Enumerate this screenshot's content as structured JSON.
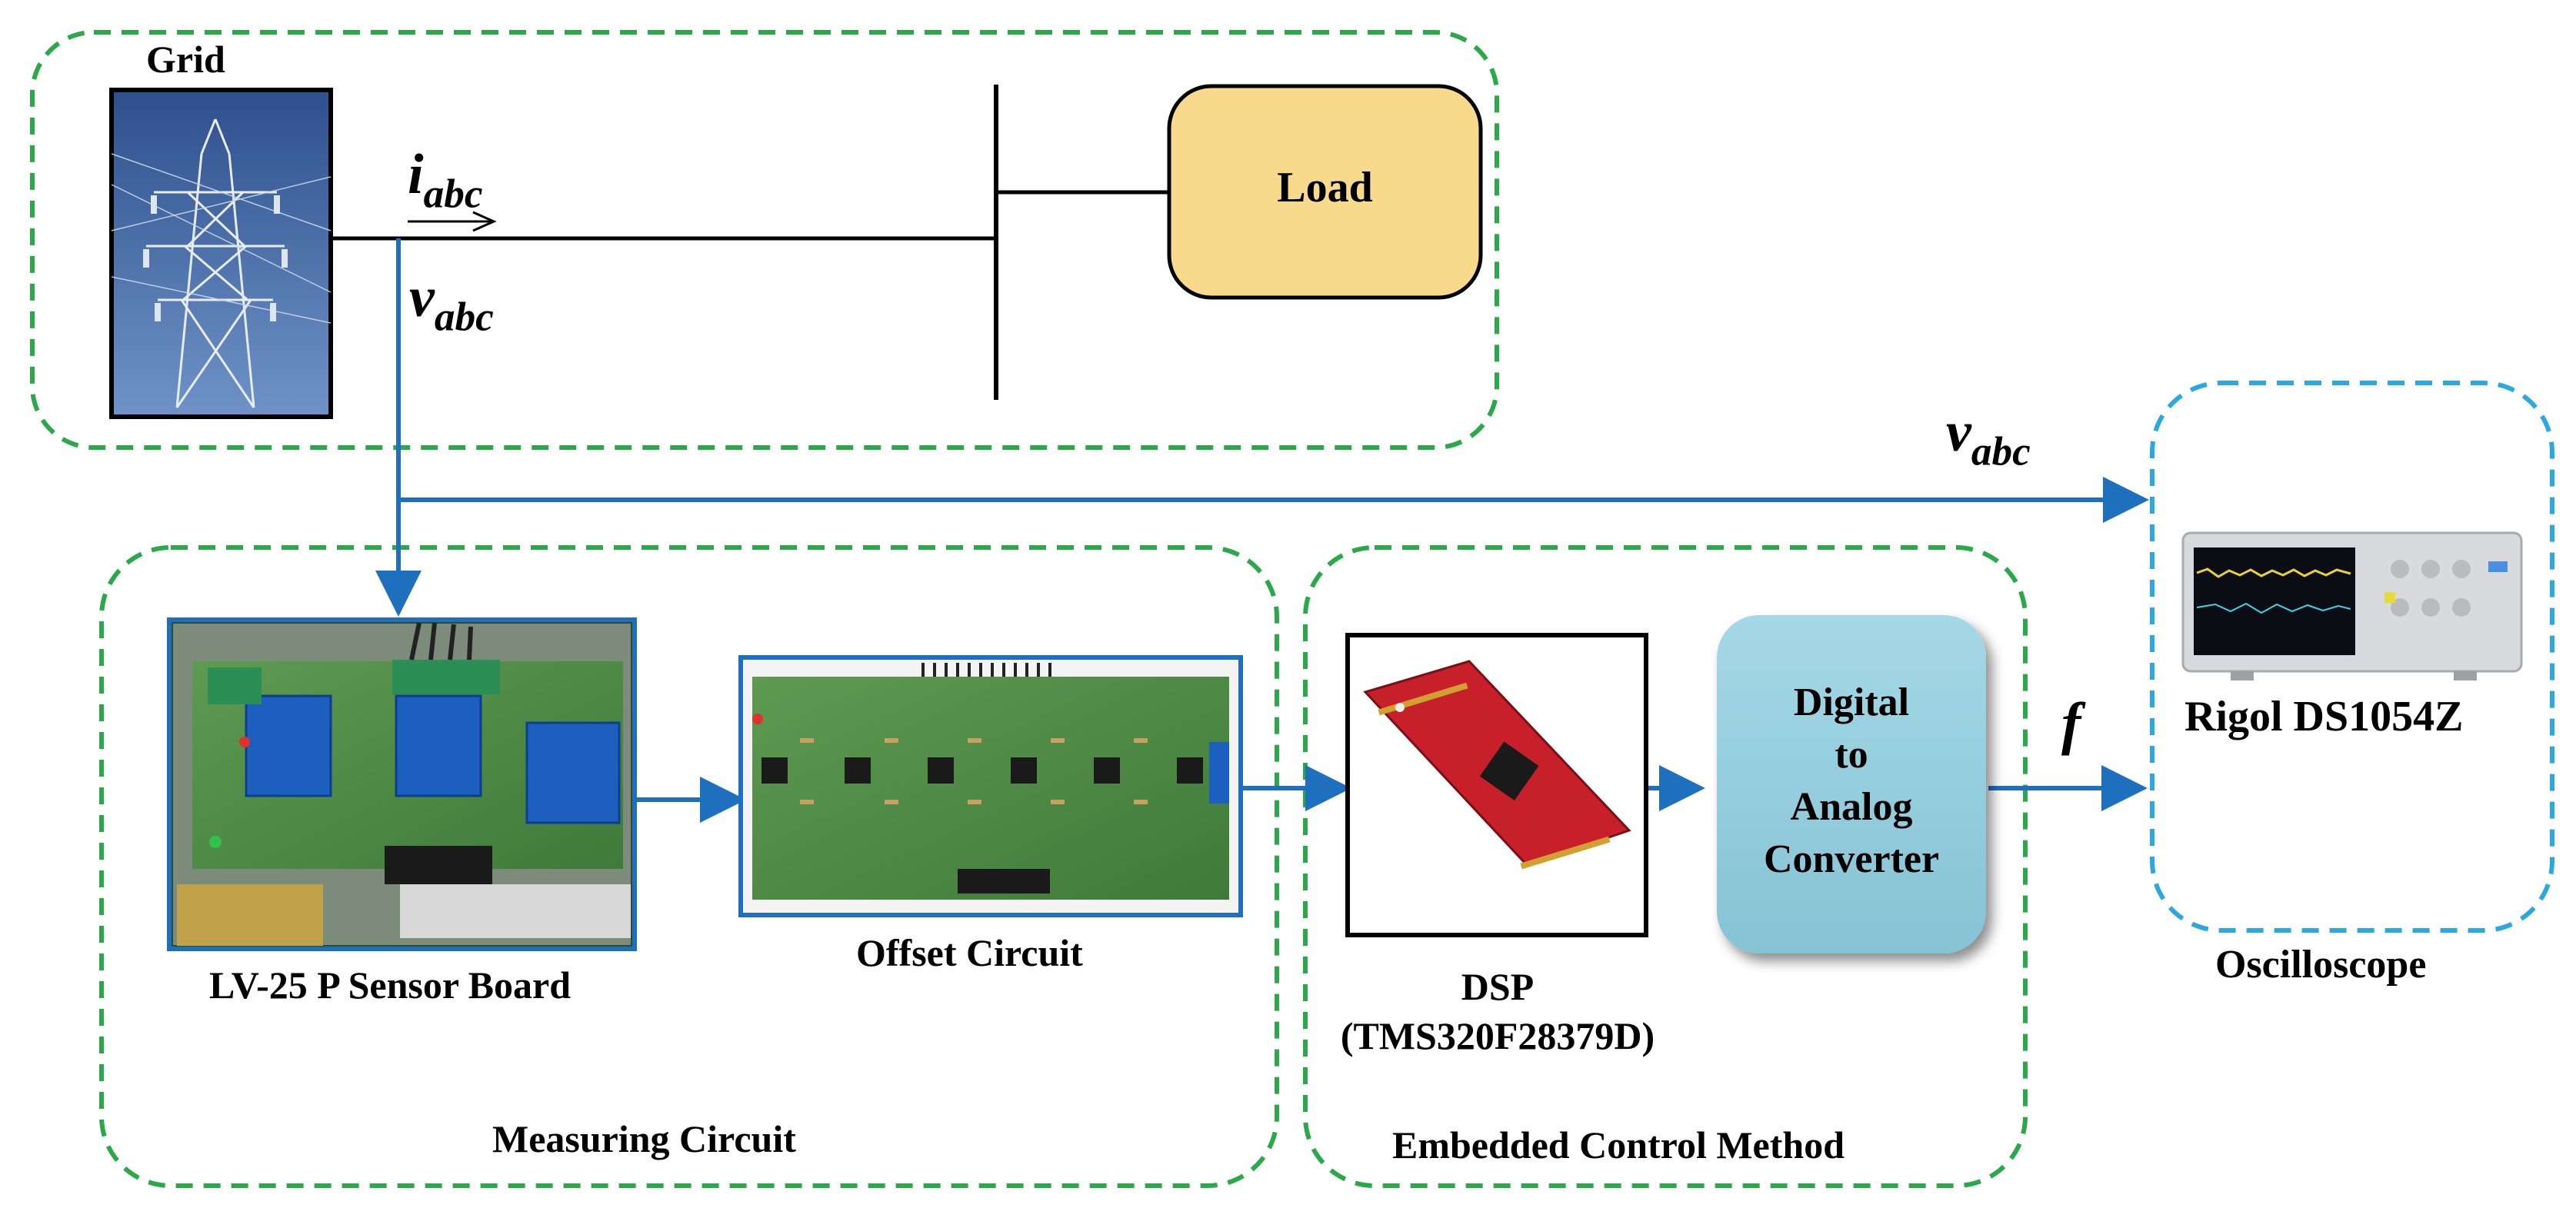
{
  "grid": {
    "title": "Grid",
    "current_symbol": "i",
    "current_subscript": "abc",
    "voltage_symbol": "v",
    "voltage_subscript": "abc"
  },
  "load": {
    "label": "Load",
    "fill": "#F8DA8C"
  },
  "signal": {
    "voltage_symbol": "v",
    "voltage_subscript": "abc",
    "frequency_symbol": "f"
  },
  "measuring": {
    "group_label": "Measuring Circuit",
    "sensor_label": "LV-25 P Sensor Board",
    "offset_label": "Offset Circuit"
  },
  "embedded": {
    "group_label": "Embedded Control Method",
    "dsp_label_line1": "DSP",
    "dsp_label_line2": "(TMS320F28379D)",
    "dac_line1": "Digital",
    "dac_line2": "to",
    "dac_line3": "Analog",
    "dac_line4": "Converter",
    "dac_fill": "#92CDDC"
  },
  "oscilloscope": {
    "group_label": "Oscilloscope",
    "model_label": "Rigol DS1054Z"
  },
  "colors": {
    "arrow": "#1F6FBF",
    "group_border_green": "#2AA84A",
    "group_border_cyan": "#2BA8E0",
    "photo_border": "#1F6FBF"
  },
  "icons": [
    "transmission-tower-photo",
    "sensor-board-photo",
    "offset-circuit-photo",
    "dsp-board-photo",
    "oscilloscope-photo"
  ]
}
